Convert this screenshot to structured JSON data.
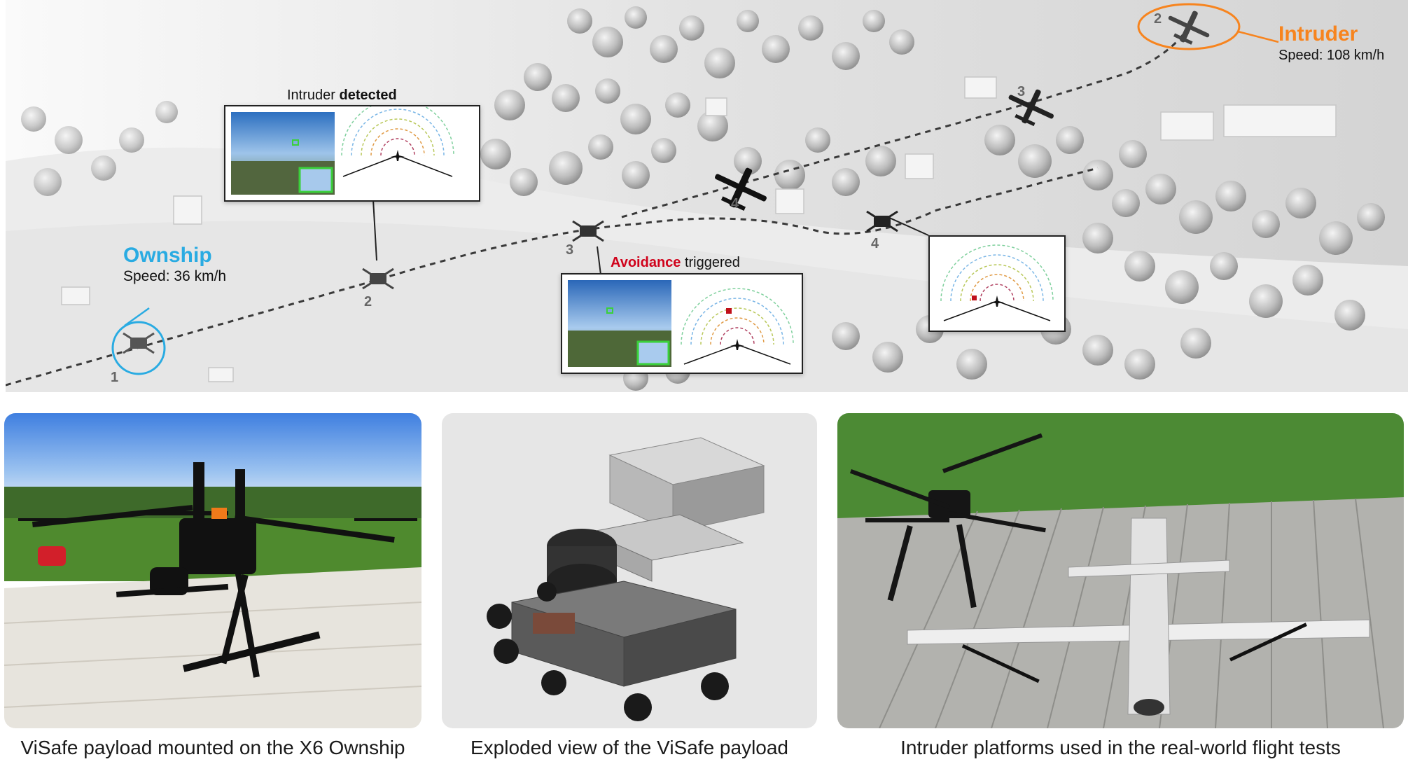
{
  "scene": {
    "ownship": {
      "title": "Ownship",
      "speed": "Speed: 36 km/h",
      "color": "#29abe2"
    },
    "intruder": {
      "title": "Intruder",
      "speed": "Speed: 108 km/h",
      "color": "#f7841e"
    },
    "detected_callout": {
      "prefix": "Intruder ",
      "emphasis": "detected"
    },
    "avoidance_callout": {
      "emphasis": "Avoidance",
      "suffix": " triggered",
      "emphasis_color": "#d0021b"
    },
    "ownship_waypoints": [
      "1",
      "2",
      "3",
      "4"
    ],
    "intruder_waypoints": [
      "2",
      "3",
      "4"
    ],
    "detection_box_color": "#3ad03a",
    "target_marker_color": "#c0101a"
  },
  "panels": [
    {
      "caption": "ViSafe payload mounted on the X6 Ownship"
    },
    {
      "caption": "Exploded view of the ViSafe payload"
    },
    {
      "caption": "Intruder platforms used in the real-world flight tests"
    }
  ]
}
